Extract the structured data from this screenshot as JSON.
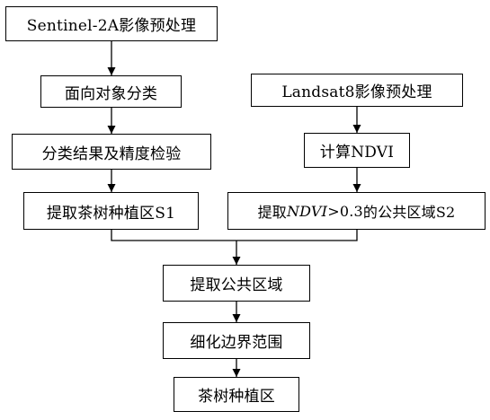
{
  "diagram": {
    "nodes": {
      "s2_preprocess": "Sentinel-2A影像预处理",
      "obia": "面向对象分类",
      "accuracy": "分类结果及精度检验",
      "extract_s1": "提取茶树种植区S1",
      "landsat_preprocess": "Landsat8影像预处理",
      "ndvi": "计算NDVI",
      "extract_s2": {
        "prefix": "提取",
        "var": "NDVI",
        "op": ">",
        "value": "0.3",
        "suffix": "的公共区域S2"
      },
      "common": "提取公共区域",
      "refine": "细化边界范围",
      "result": "茶树种植区"
    },
    "edges": [
      [
        "s2_preprocess",
        "obia"
      ],
      [
        "obia",
        "accuracy"
      ],
      [
        "accuracy",
        "extract_s1"
      ],
      [
        "landsat_preprocess",
        "ndvi"
      ],
      [
        "ndvi",
        "extract_s2"
      ],
      [
        "extract_s1",
        "common"
      ],
      [
        "extract_s2",
        "common"
      ],
      [
        "common",
        "refine"
      ],
      [
        "refine",
        "result"
      ]
    ]
  }
}
